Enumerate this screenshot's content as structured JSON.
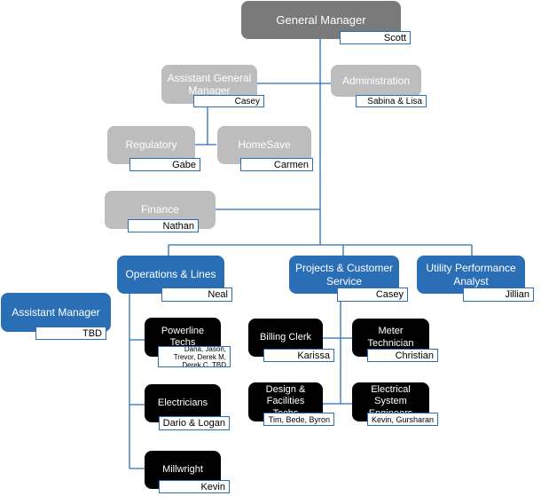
{
  "nodes": {
    "general_manager": {
      "title": "General Manager",
      "name": "Scott"
    },
    "assistant_gm": {
      "title": "Assistant General Manager",
      "name": "Casey"
    },
    "administration": {
      "title": "Administration",
      "name": "Sabina & Lisa"
    },
    "regulatory": {
      "title": "Regulatory",
      "name": "Gabe"
    },
    "homesave": {
      "title": "HomeSave",
      "name": "Carmen"
    },
    "finance": {
      "title": "Finance",
      "name": "Nathan"
    },
    "operations": {
      "title": "Operations & Lines",
      "name": "Neal"
    },
    "projects": {
      "title": "Projects & Customer Service",
      "name": "Casey"
    },
    "utility": {
      "title": "Utility Performance Analyst",
      "name": "Jillian"
    },
    "assistant_manager": {
      "title": "Assistant Manager",
      "name": "TBD"
    },
    "powerline": {
      "title": "Powerline Techs",
      "name": "Dana, Jason, Trevor, Derek M, Derek C, TBD"
    },
    "electricians": {
      "title": "Electricians",
      "name": "Dario & Logan"
    },
    "millwright": {
      "title": "Millwright",
      "name": "Kevin"
    },
    "billing": {
      "title": "Billing Clerk",
      "name": "Karissa"
    },
    "meter": {
      "title": "Meter Technician",
      "name": "Christian"
    },
    "design": {
      "title": "Design & Facilities Techs",
      "name": "Tim, Bede, Byron"
    },
    "electrical_eng": {
      "title": "Electrical System Engineers",
      "name": "Kevin, Gursharan"
    }
  },
  "colors": {
    "manager": "#7a7a7a",
    "staff_gray": "#bdbdbd",
    "department_blue": "#2a6fb6",
    "team_black": "#000000",
    "connector": "#2a6fb6"
  }
}
